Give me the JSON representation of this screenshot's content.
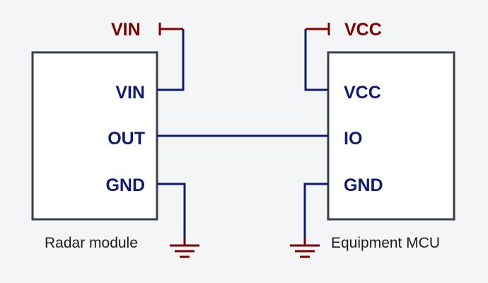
{
  "colors": {
    "background": "#f4f5f7",
    "wire": "#0f1a78",
    "power_symbol": "#800000",
    "box_border": "#3a3f45"
  },
  "left_module": {
    "caption": "Radar module",
    "pins": {
      "vin": "VIN",
      "out": "OUT",
      "gnd": "GND"
    },
    "power_net": "VIN",
    "ground_icon": "ground-icon"
  },
  "right_module": {
    "caption": "Equipment MCU",
    "pins": {
      "vcc": "VCC",
      "io": "IO",
      "gnd": "GND"
    },
    "power_net": "VCC",
    "ground_icon": "ground-icon"
  },
  "connections": [
    {
      "from": "Radar module.OUT",
      "to": "Equipment MCU.IO"
    },
    {
      "from": "Radar module.VIN",
      "to": "VIN"
    },
    {
      "from": "Radar module.GND",
      "to": "GND"
    },
    {
      "from": "Equipment MCU.VCC",
      "to": "VCC"
    },
    {
      "from": "Equipment MCU.GND",
      "to": "GND"
    }
  ]
}
